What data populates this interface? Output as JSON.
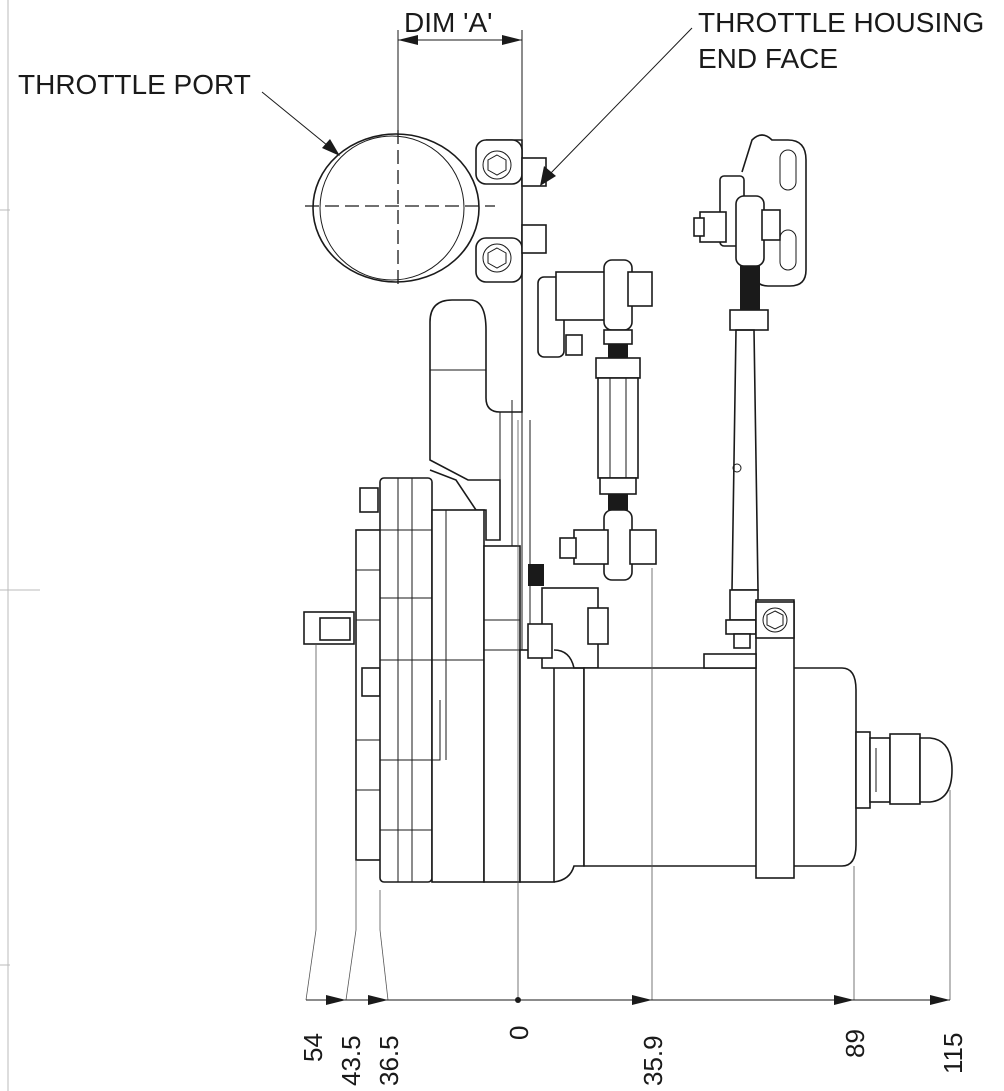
{
  "labels": {
    "dim_a": "DIM 'A'",
    "throttle_housing_line1": "THROTTLE HOUSING",
    "throttle_housing_line2": "END FACE",
    "throttle_port": "THROTTLE PORT"
  },
  "dimensions": [
    {
      "value": 54,
      "text": "54"
    },
    {
      "value": 43.5,
      "text": "43.5"
    },
    {
      "value": 36.5,
      "text": "36.5"
    },
    {
      "value": 0,
      "text": "0"
    },
    {
      "value": 35.9,
      "text": "35.9"
    },
    {
      "value": 89,
      "text": "89"
    },
    {
      "value": 115,
      "text": "115"
    }
  ]
}
